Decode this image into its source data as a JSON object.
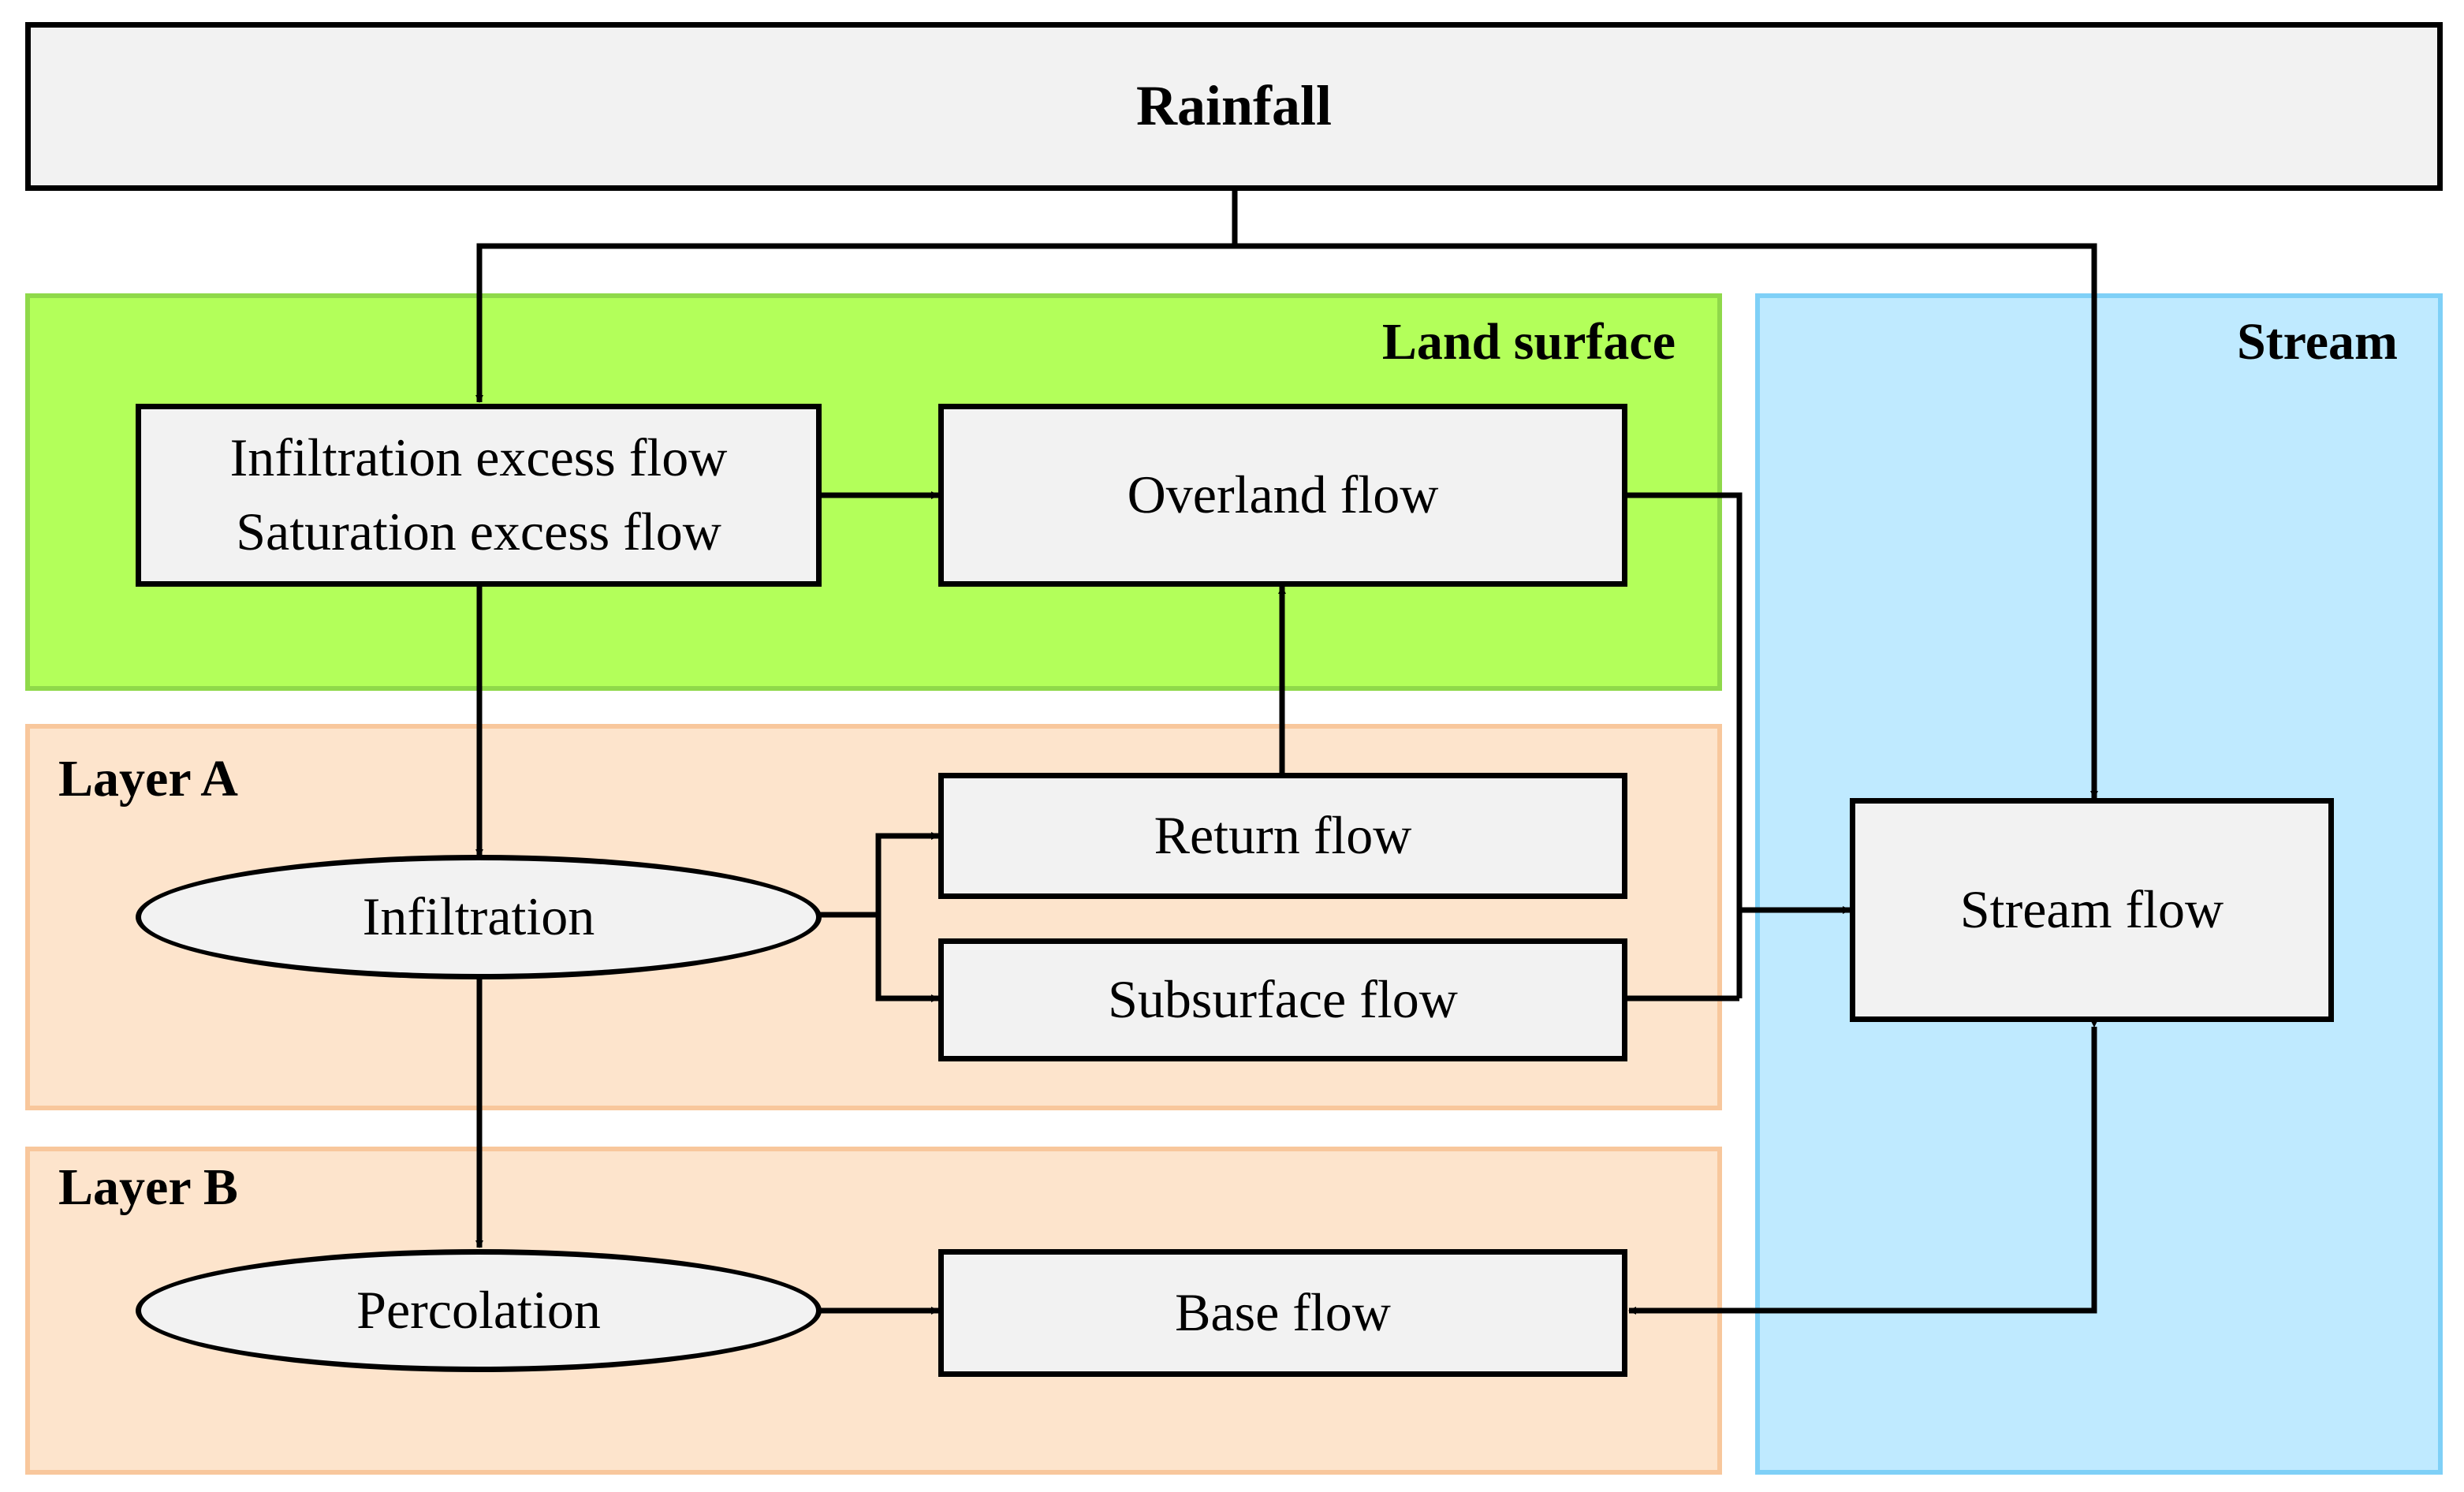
{
  "regions": {
    "land_surface": {
      "label": "Land surface",
      "color": "#b3ff5a",
      "border": "#8fd94a"
    },
    "stream": {
      "label": "Stream",
      "color": "#bfeaff",
      "border": "#7fd0f7"
    },
    "layer_a": {
      "label": "Layer A",
      "color": "#fde4cc",
      "border": "#f8c79c"
    },
    "layer_b": {
      "label": "Layer B",
      "color": "#fde4cc",
      "border": "#f8c79c"
    }
  },
  "nodes": {
    "rainfall": "Rainfall",
    "excess_flow_line1": "Infiltration excess flow",
    "excess_flow_line2": "Saturation excess flow",
    "overland_flow": "Overland flow",
    "infiltration": "Infiltration",
    "return_flow": "Return flow",
    "subsurface_flow": "Subsurface flow",
    "stream_flow": "Stream flow",
    "percolation": "Percolation",
    "base_flow": "Base flow"
  }
}
